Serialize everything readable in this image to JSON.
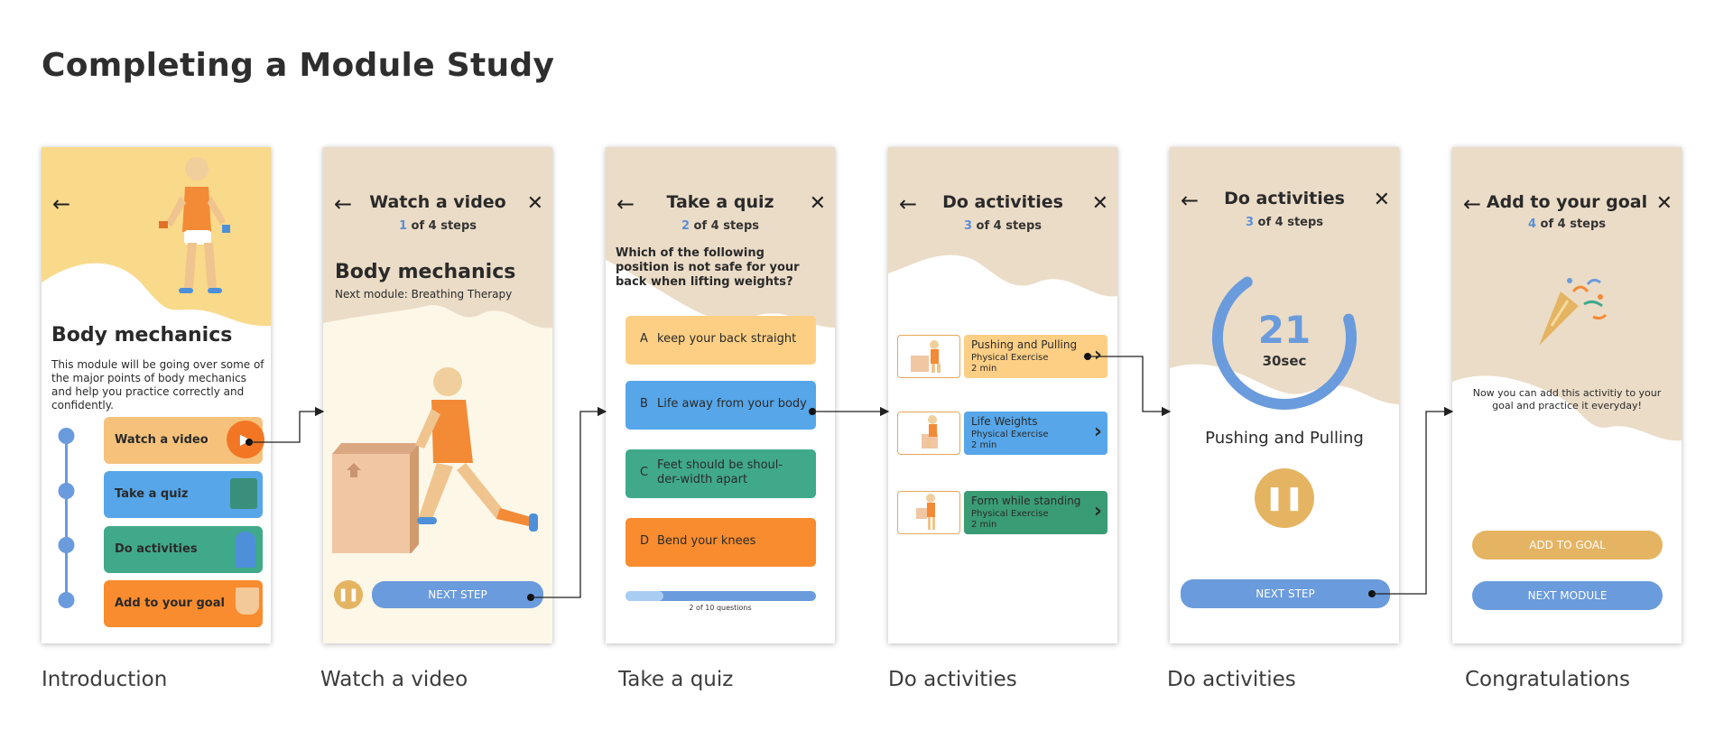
{
  "page_title": "Completing a Module Study",
  "captions": [
    "Introduction",
    "Watch a video",
    "Take a quiz",
    "Do activities",
    "Do activities",
    "Congratulations"
  ],
  "colors": {
    "yellow": "#f9d98a",
    "beige": "#ebdcc7",
    "cream": "#fdf7e8",
    "blue": "#6a9bdc",
    "orange": "#f88c2e",
    "green": "#40a98a",
    "gold": "#e5b462"
  },
  "intro": {
    "heading": "Body mechanics",
    "description": "This module will be going over some of the major points of body mechanics and help you practice correctly and confidently.",
    "steps": [
      "Watch a video",
      "Take a quiz",
      "Do activities",
      "Add to your goal"
    ]
  },
  "video": {
    "title": "Watch a video",
    "step_current": "1",
    "step_rest": "of 4 steps",
    "heading": "Body mechanics",
    "next_module": "Next module: Breathing Therapy",
    "next_label": "NEXT STEP"
  },
  "quiz": {
    "title": "Take a quiz",
    "step_current": "2",
    "step_rest": "of 4 steps",
    "question": "Which of the following position is not safe for your back when lifting weights?",
    "options": [
      {
        "letter": "A",
        "text": "keep your back straight"
      },
      {
        "letter": "B",
        "text": "Life away from your body"
      },
      {
        "letter": "C",
        "text": "Feet should be shoul-der-width apart"
      },
      {
        "letter": "D",
        "text": "Bend your knees"
      }
    ],
    "progress_text": "2 of 10 questions",
    "progress": 0.2
  },
  "activities": {
    "title": "Do activities",
    "step_current": "3",
    "step_rest": "of 4 steps",
    "items": [
      {
        "name": "Pushing and Pulling",
        "type": "Physical Exercise",
        "duration": "2 min"
      },
      {
        "name": "Life Weights",
        "type": "Physical Exercise",
        "duration": "2 min"
      },
      {
        "name": "Form while standing",
        "type": "Physical Exercise",
        "duration": "2 min"
      }
    ]
  },
  "timer": {
    "title": "Do activities",
    "step_current": "3",
    "step_rest": "of 4 steps",
    "count": "21",
    "unit": "30sec",
    "activity": "Pushing and Pulling",
    "next_label": "NEXT STEP",
    "progress": 0.7
  },
  "goal": {
    "title": "Add to your goal",
    "step_current": "4",
    "step_rest": "of 4 steps",
    "message": "Now you can add this activitiy to your goal and practice it everyday!",
    "add_label": "ADD TO GOAL",
    "next_label": "NEXT MODULE"
  }
}
